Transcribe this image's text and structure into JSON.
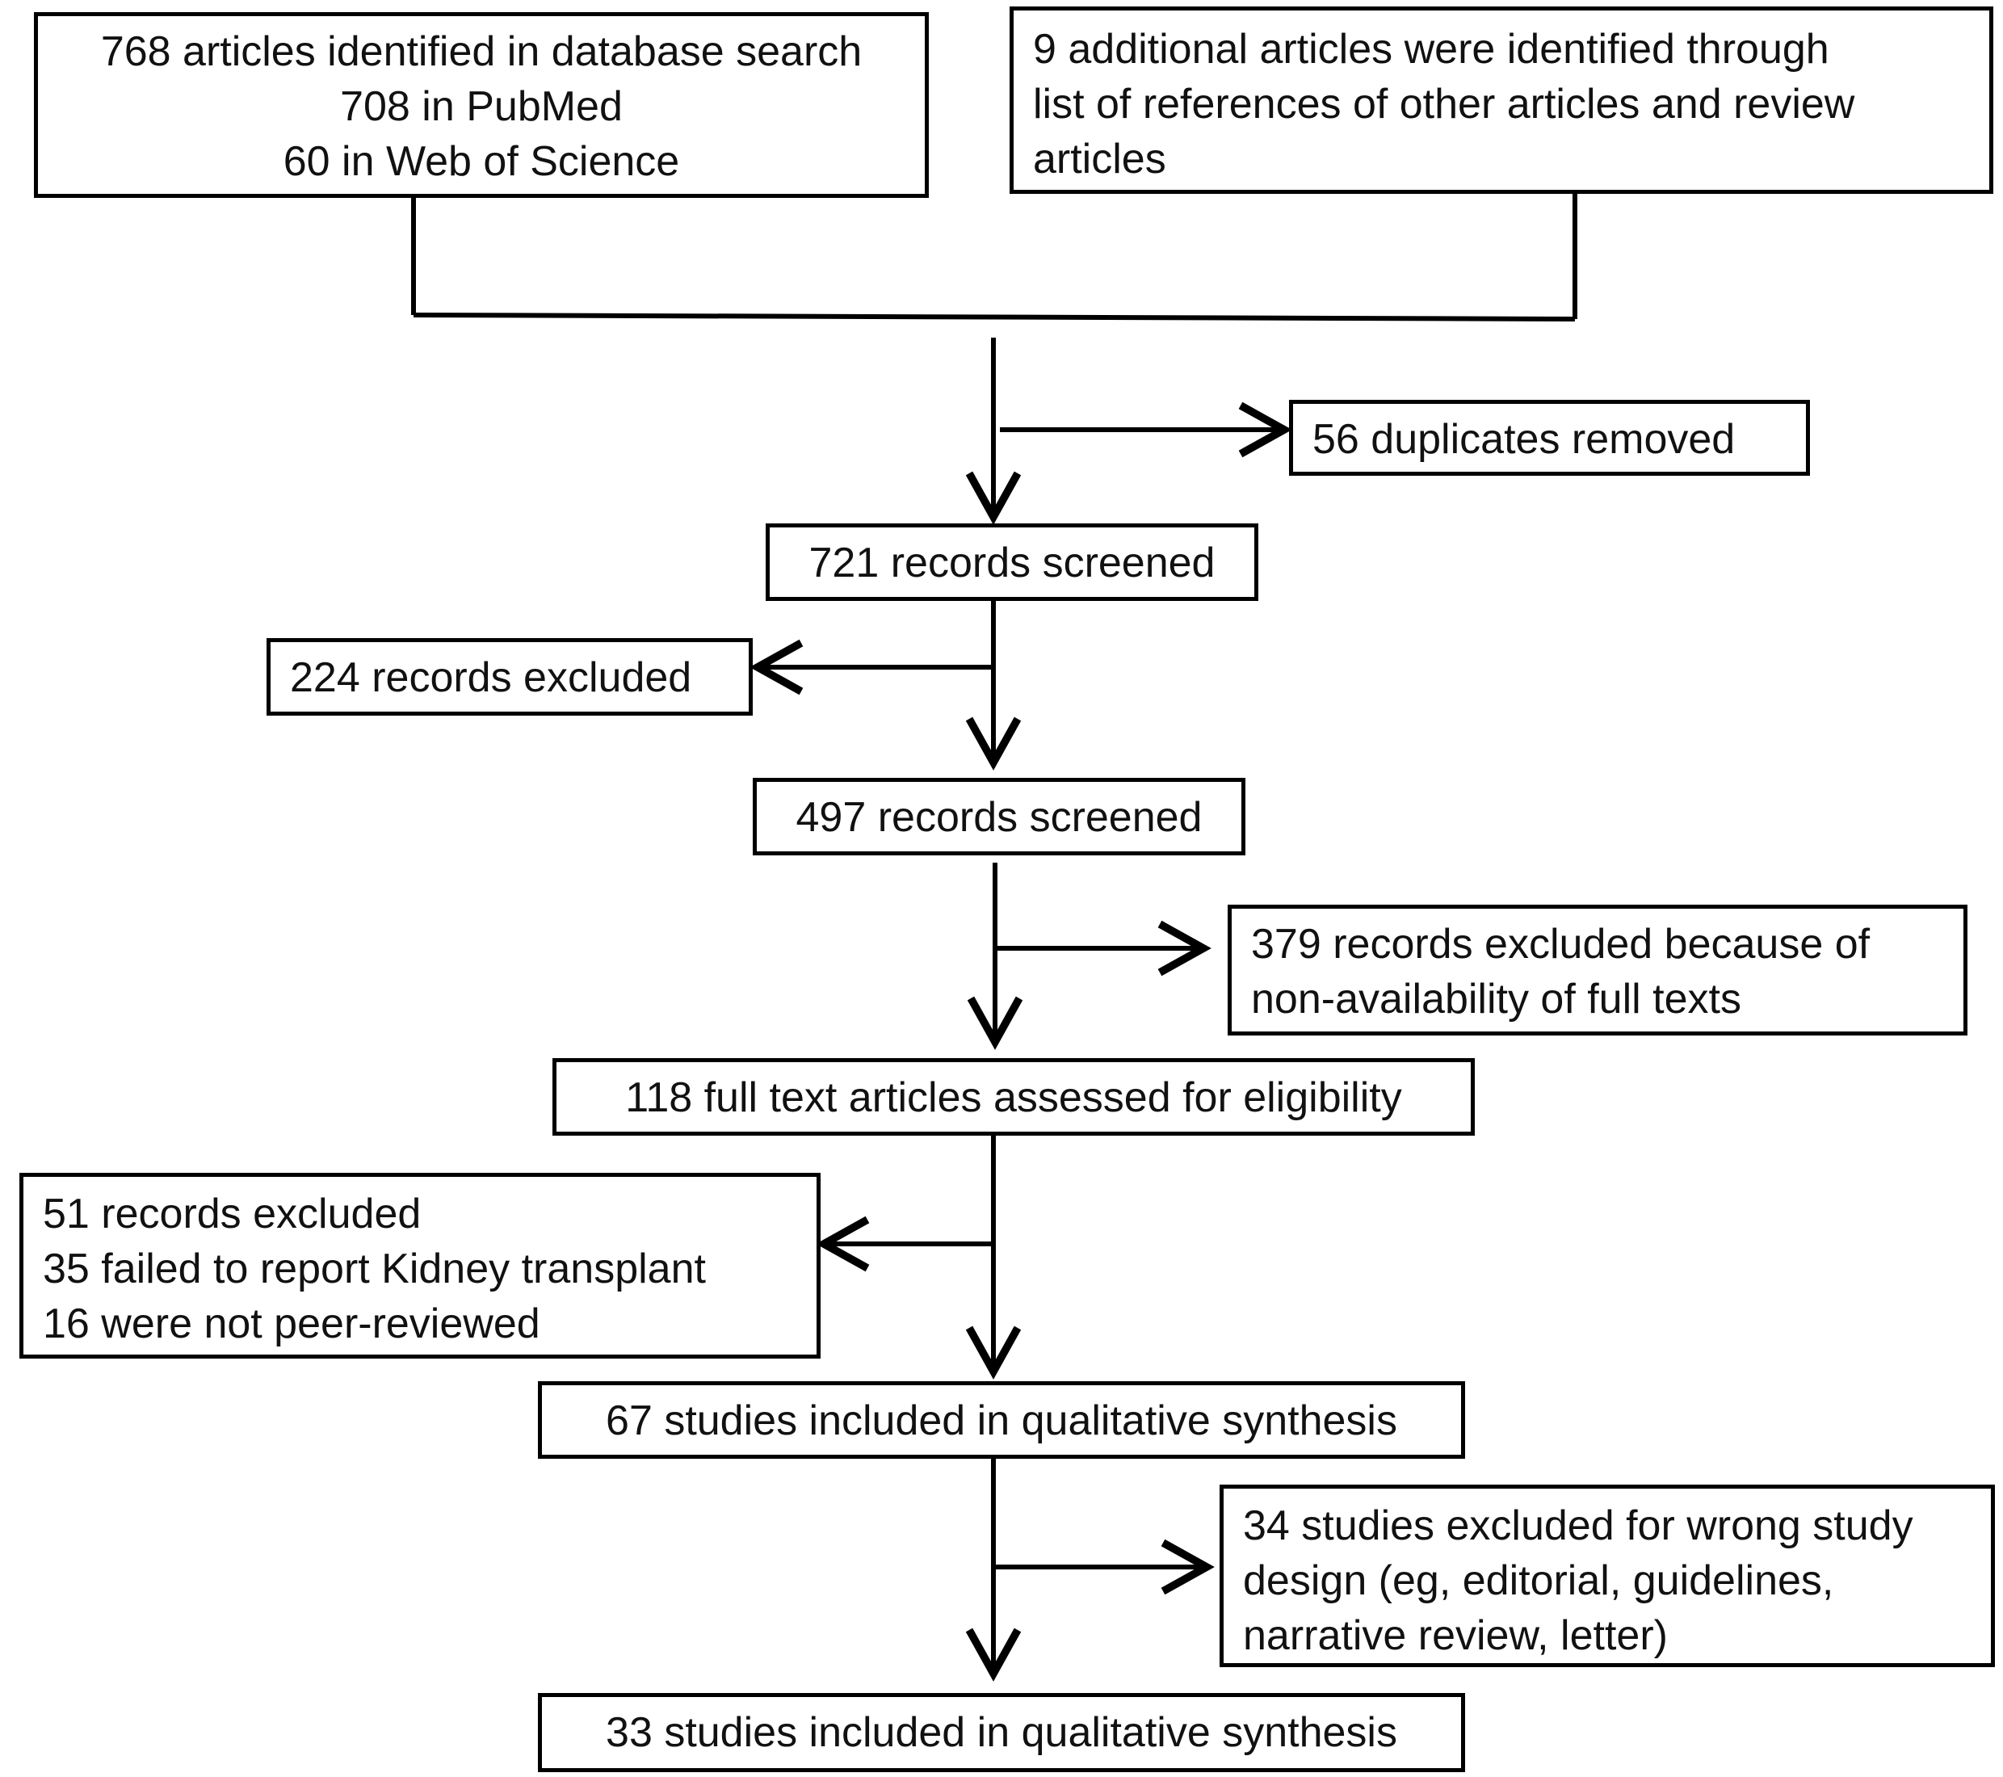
{
  "boxes": {
    "db_search": {
      "lines": [
        "768 articles identified in database search",
        "708 in PubMed",
        "60 in Web of Science"
      ]
    },
    "additional": {
      "lines": [
        "9 additional articles were identified through",
        "list of references of other articles and review",
        "articles"
      ]
    },
    "duplicates": {
      "lines": [
        "56 duplicates removed"
      ]
    },
    "screened_721": {
      "lines": [
        "721 records screened"
      ]
    },
    "excluded_224": {
      "lines": [
        "224 records excluded"
      ]
    },
    "screened_497": {
      "lines": [
        "497 records screened"
      ]
    },
    "excluded_379": {
      "lines": [
        "379 records excluded because of",
        "non-availability of full texts"
      ]
    },
    "fulltext_118": {
      "lines": [
        "118 full text articles assessed for eligibility"
      ]
    },
    "excluded_51": {
      "lines": [
        "51 records excluded",
        "35 failed to report Kidney transplant",
        "16 were not peer-reviewed"
      ]
    },
    "included_67": {
      "lines": [
        "67 studies included in qualitative synthesis"
      ]
    },
    "excluded_34": {
      "lines": [
        "34 studies excluded for wrong study",
        "design (eg, editorial,  guidelines,",
        "narrative review, letter)"
      ]
    },
    "included_33": {
      "lines": [
        "33 studies included in qualitative synthesis"
      ]
    }
  }
}
